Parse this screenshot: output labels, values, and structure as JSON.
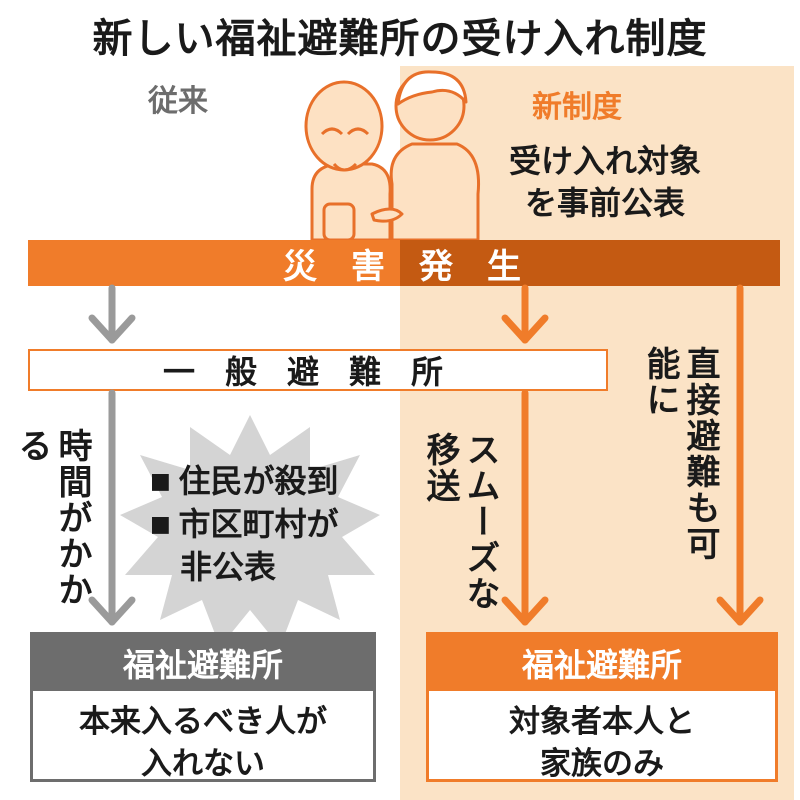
{
  "title": "新しい福祉避難所の受け入れ制度",
  "columns": {
    "old_label": "従来",
    "new_label": "新制度"
  },
  "new_note": [
    "受け入れ対象",
    "を事前公表"
  ],
  "disaster_bar": "災害発生",
  "general_shelter": "一般避難所",
  "old_path_note": "時間がかかる",
  "burst_items": [
    "住民が殺到",
    "市区町村が",
    "非公表"
  ],
  "smooth_note": "スムーズな移送",
  "direct_note": "直接避難も可能に",
  "old_box": {
    "head": "福祉避難所",
    "body": [
      "本来入るべき人が",
      "入れない"
    ]
  },
  "new_box": {
    "head": "福祉避難所",
    "body": [
      "対象者本人と",
      "家族のみ"
    ]
  },
  "colors": {
    "orange": "#f07c2a",
    "dark_orange": "#c45a12",
    "gray": "#6d6d6d",
    "light_orange_bg": "#fbe3c6"
  },
  "icons": [
    "elderly-man-illustration",
    "caregiver-illustration",
    "down-arrow-icon"
  ]
}
